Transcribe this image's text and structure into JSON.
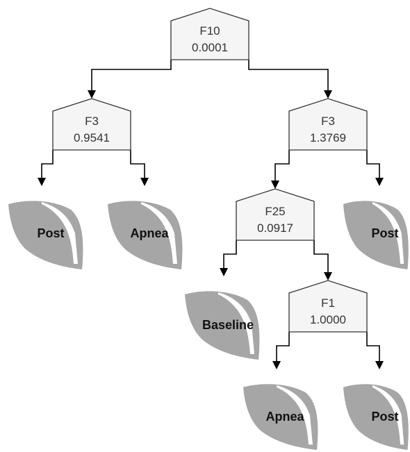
{
  "nodes": [
    {
      "id": "n_root",
      "feature": "F10",
      "threshold": "0.0001"
    },
    {
      "id": "n_left",
      "feature": "F3",
      "threshold": "0.9541"
    },
    {
      "id": "n_right",
      "feature": "F3",
      "threshold": "1.3769"
    },
    {
      "id": "n_mid",
      "feature": "F25",
      "threshold": "0.0917"
    },
    {
      "id": "n_low",
      "feature": "F1",
      "threshold": "1.0000"
    }
  ],
  "leaves": [
    {
      "id": "l1",
      "label": "Post"
    },
    {
      "id": "l2",
      "label": "Apnea"
    },
    {
      "id": "l3",
      "label": "Post"
    },
    {
      "id": "l4",
      "label": "Baseline"
    },
    {
      "id": "l5",
      "label": "Apnea"
    },
    {
      "id": "l6",
      "label": "Post"
    }
  ],
  "edges": [
    {
      "from": "n_root",
      "to": "n_left"
    },
    {
      "from": "n_root",
      "to": "n_right"
    },
    {
      "from": "n_left",
      "to": "l1"
    },
    {
      "from": "n_left",
      "to": "l2"
    },
    {
      "from": "n_right",
      "to": "n_mid"
    },
    {
      "from": "n_right",
      "to": "l3"
    },
    {
      "from": "n_mid",
      "to": "l4"
    },
    {
      "from": "n_mid",
      "to": "n_low"
    },
    {
      "from": "n_low",
      "to": "l5"
    },
    {
      "from": "n_low",
      "to": "l6"
    }
  ],
  "colors": {
    "node_fill": "#f5f5f5",
    "node_stroke": "#333333",
    "leaf_fill": "#a6a6a6",
    "edge": "#000000"
  }
}
